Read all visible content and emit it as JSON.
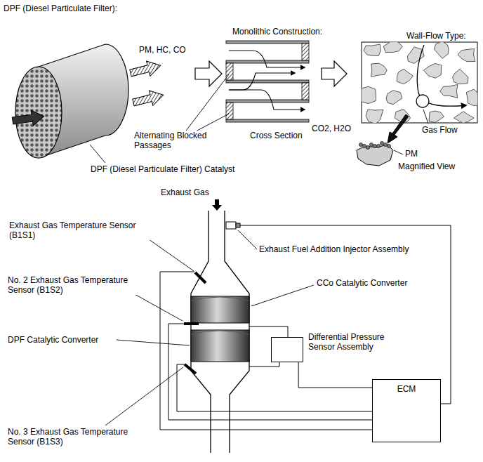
{
  "diagram": {
    "nodes": [
      {
        "text": [
          "Differential Pressure Sensor Assembly"
        ]
      },
      {
        "text": [
          "ECM"
        ]
      }
    ],
    "edges": [
      {
        "from": 0,
        "to": 1,
        "arrow": "none"
      }
    ],
    "labels": [
      "DPF (Diesel Particulate Filter):",
      "Monolithic Construction:",
      "Wall-Flow Type:",
      "PM, HC, CO",
      "CO2, H2O",
      "Gas Flow",
      "Alternating Blocked Passages",
      "Cross Section",
      "PM",
      "DPF (Diesel Particulate Filter) Catalyst",
      "Magnified View",
      "Exhaust Gas",
      "Exhaust Gas Temperature Sensor (B1S1)",
      "Exhaust Fuel Addition Injector Assembly",
      "No. 2 Exhaust Gas Temperature Sensor (B1S2)",
      "CCo Catalytic Converter",
      "DPF Catalytic Converter",
      "No. 3 Exhaust Gas Temperature Sensor (B1S3)"
    ]
  }
}
